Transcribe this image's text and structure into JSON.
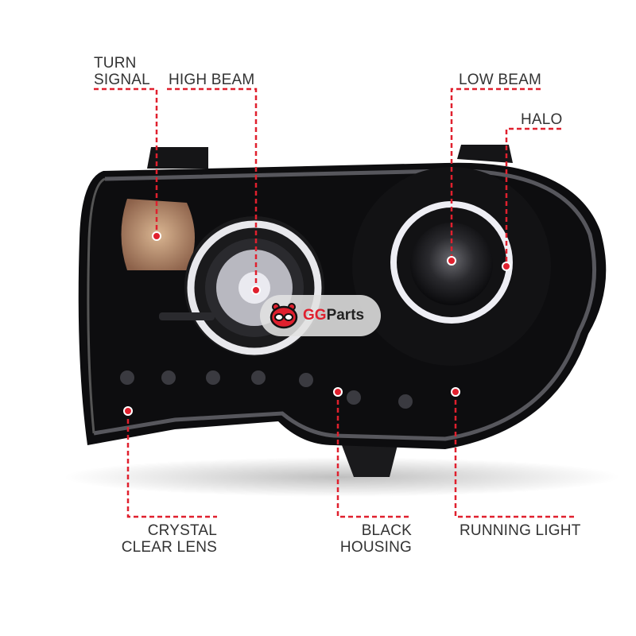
{
  "labels": {
    "turn_signal": [
      "TURN",
      "SIGNAL"
    ],
    "high_beam": "HIGH BEAM",
    "low_beam": "LOW BEAM",
    "halo": "HALO",
    "crystal_clear_lens": [
      "CRYSTAL",
      "CLEAR LENS"
    ],
    "black_housing": [
      "BLACK",
      "HOUSING"
    ],
    "running_light": "RUNNING LIGHT"
  },
  "watermark": {
    "brand_gg": "GG",
    "brand_parts": "Parts"
  },
  "colors": {
    "accent": "#e0202e",
    "text": "#333333",
    "housing": "#0d0d0f"
  }
}
